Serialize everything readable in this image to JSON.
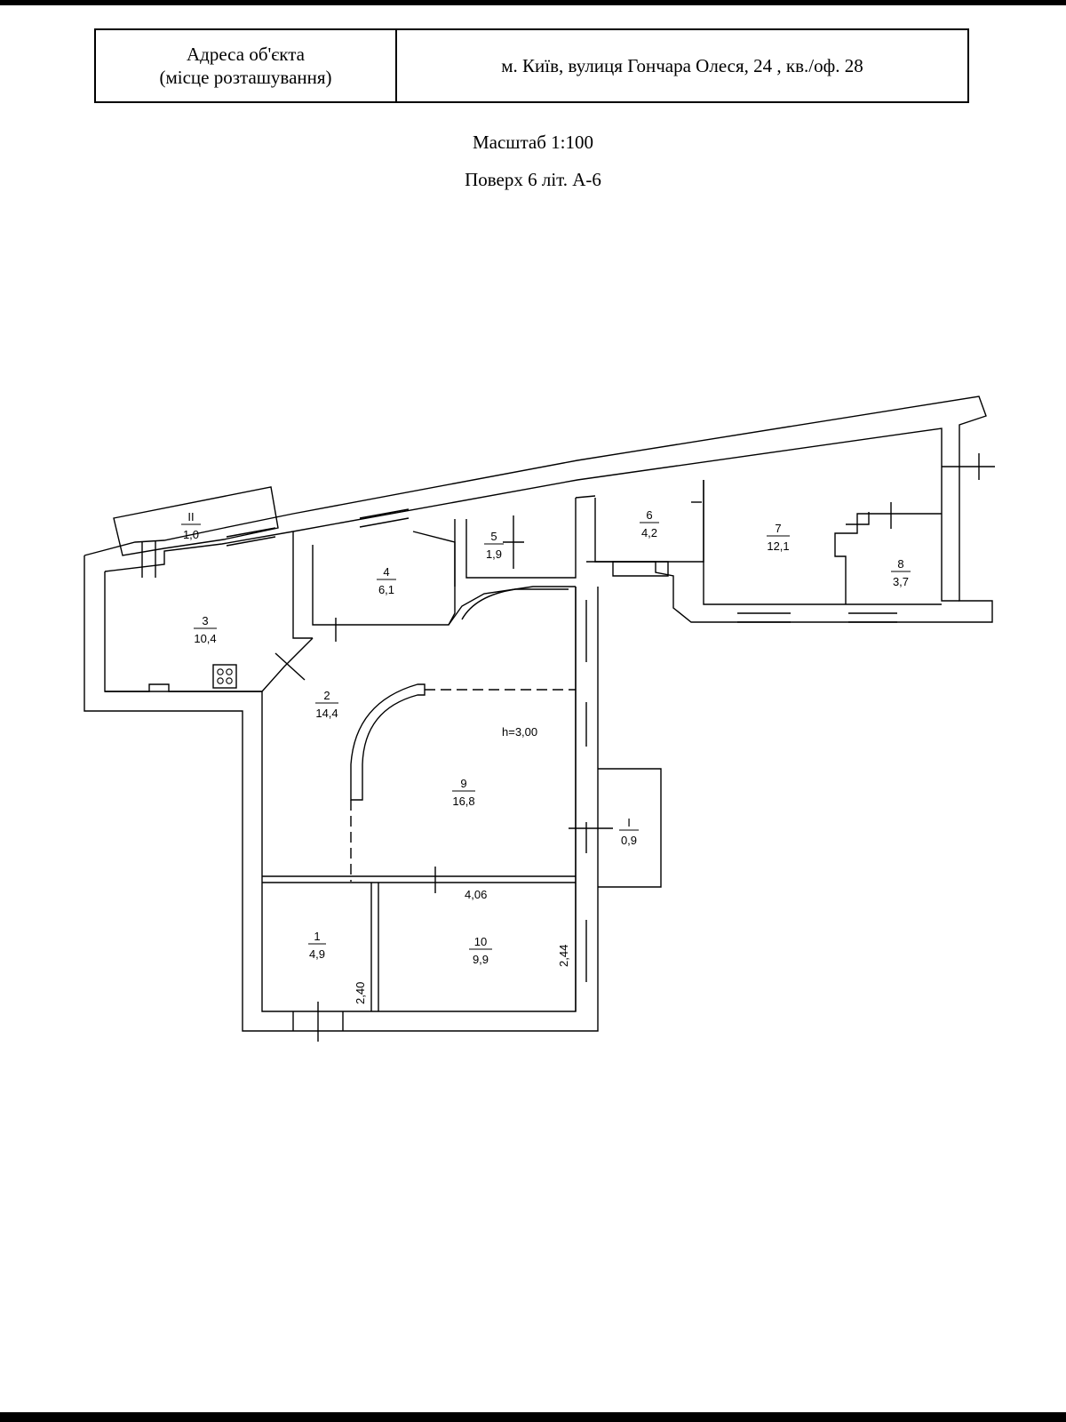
{
  "header": {
    "label_line1": "Адреса об'єкта",
    "label_line2": "(місце розташування)",
    "address": "м. Київ, вулиця Гончара Олеся, 24 , кв./оф. 28"
  },
  "scale": "Масштаб 1:100",
  "floor": "Поверх 6 літ. А-6",
  "rooms": [
    {
      "id": "rooms.0",
      "num": "1",
      "area": "4,9"
    },
    {
      "id": "rooms.1",
      "num": "2",
      "area": "14,4"
    },
    {
      "id": "rooms.2",
      "num": "3",
      "area": "10,4"
    },
    {
      "id": "rooms.3",
      "num": "4",
      "area": "6,1"
    },
    {
      "id": "rooms.4",
      "num": "5",
      "area": "1,9"
    },
    {
      "id": "rooms.5",
      "num": "6",
      "area": "4,2"
    },
    {
      "id": "rooms.6",
      "num": "7",
      "area": "12,1"
    },
    {
      "id": "rooms.7",
      "num": "8",
      "area": "3,7"
    },
    {
      "id": "rooms.8",
      "num": "9",
      "area": "16,8"
    },
    {
      "id": "rooms.9",
      "num": "10",
      "area": "9,9"
    },
    {
      "id": "rooms.10",
      "num": "I",
      "area": "0,9"
    },
    {
      "id": "rooms.11",
      "num": "II",
      "area": "1,0"
    }
  ],
  "dimensions": {
    "ceiling_height": "h=3,00",
    "width_4_06": "4,06",
    "height_2_44": "2,44",
    "height_2_40": "2,40"
  }
}
